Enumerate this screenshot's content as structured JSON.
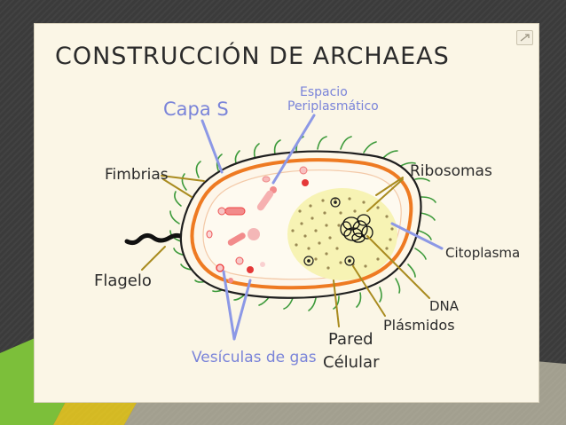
{
  "diagram": {
    "title": "CONSTRUCCIÓN DE ARCHAEAS",
    "labels": {
      "capa_s": "Capa S",
      "espacio_1": "Espacio",
      "espacio_2": "Periplasmático",
      "fimbrias": "Fimbrias",
      "ribosomas": "Ribosomas",
      "citoplasma": "Citoplasma",
      "flagelo": "Flagelo",
      "dna": "DNA",
      "plasmidos": "Plásmidos",
      "pared_1": "Pared",
      "pared_2": "Célular",
      "vesiculas": "Vesículas de gas"
    },
    "colors": {
      "panel": "#fbf6e6",
      "cell_wall_orange": "#ee7a22",
      "fimbriae_green": "#3c9a3a",
      "cytoplasm_yellow": "#f7f3b4",
      "pointer_blue": "#8c98e6",
      "pointer_olive": "#a98b1f",
      "vesicle_red": "#e53838",
      "background": "#3b3b3b",
      "accent_green": "#7cbf3a",
      "accent_yellow": "#f0d020"
    }
  }
}
